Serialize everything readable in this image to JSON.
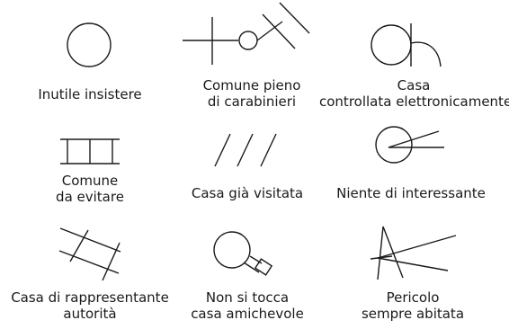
{
  "symbols": [
    {
      "id": "inutile-insistere",
      "lines": [
        "Inutile insistere"
      ]
    },
    {
      "id": "comune-pieno-di-carabinieri",
      "lines": [
        "Comune pieno",
        "di carabinieri"
      ]
    },
    {
      "id": "casa-controllata-elettronicamente",
      "lines": [
        "Casa",
        "controllata elettronicamente"
      ]
    },
    {
      "id": "comune-da-evitare",
      "lines": [
        "Comune",
        "da evitare"
      ]
    },
    {
      "id": "casa-gia-visitata",
      "lines": [
        "Casa già visitata"
      ]
    },
    {
      "id": "niente-di-interessante",
      "lines": [
        "Niente di interessante"
      ]
    },
    {
      "id": "casa-di-rappresentante-autorita",
      "lines": [
        "Casa di rappresentante",
        "autorità"
      ]
    },
    {
      "id": "non-si-tocca-casa-amichevole",
      "lines": [
        "Non si tocca",
        "casa amichevole"
      ]
    },
    {
      "id": "pericolo-sempre-abitata",
      "lines": [
        "Pericolo",
        "sempre abitata"
      ]
    }
  ]
}
